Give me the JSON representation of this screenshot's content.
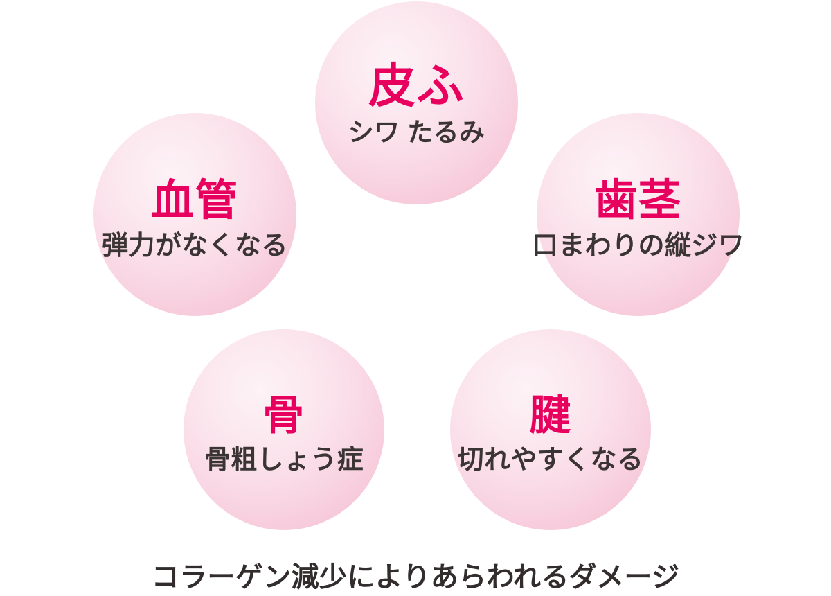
{
  "diagram": {
    "caption": "コラーゲン減少によりあらわれるダメージ",
    "accent_color": "#E8005F",
    "text_color": "#3B3434",
    "bubble_color_light": "#FDF2F6",
    "bubble_color_deep": "#F5C0D3",
    "background_color": "#FFFFFF",
    "bubbles": [
      {
        "id": "skin",
        "title": "皮ふ",
        "subtitle": "シワ たるみ"
      },
      {
        "id": "vessel",
        "title": "血管",
        "subtitle": "弾力がなくなる"
      },
      {
        "id": "gum",
        "title": "歯茎",
        "subtitle": "口まわりの縦ジワ"
      },
      {
        "id": "bone",
        "title": "骨",
        "subtitle": "骨粗しょう症"
      },
      {
        "id": "tendon",
        "title": "腱",
        "subtitle": "切れやすくなる"
      }
    ]
  }
}
